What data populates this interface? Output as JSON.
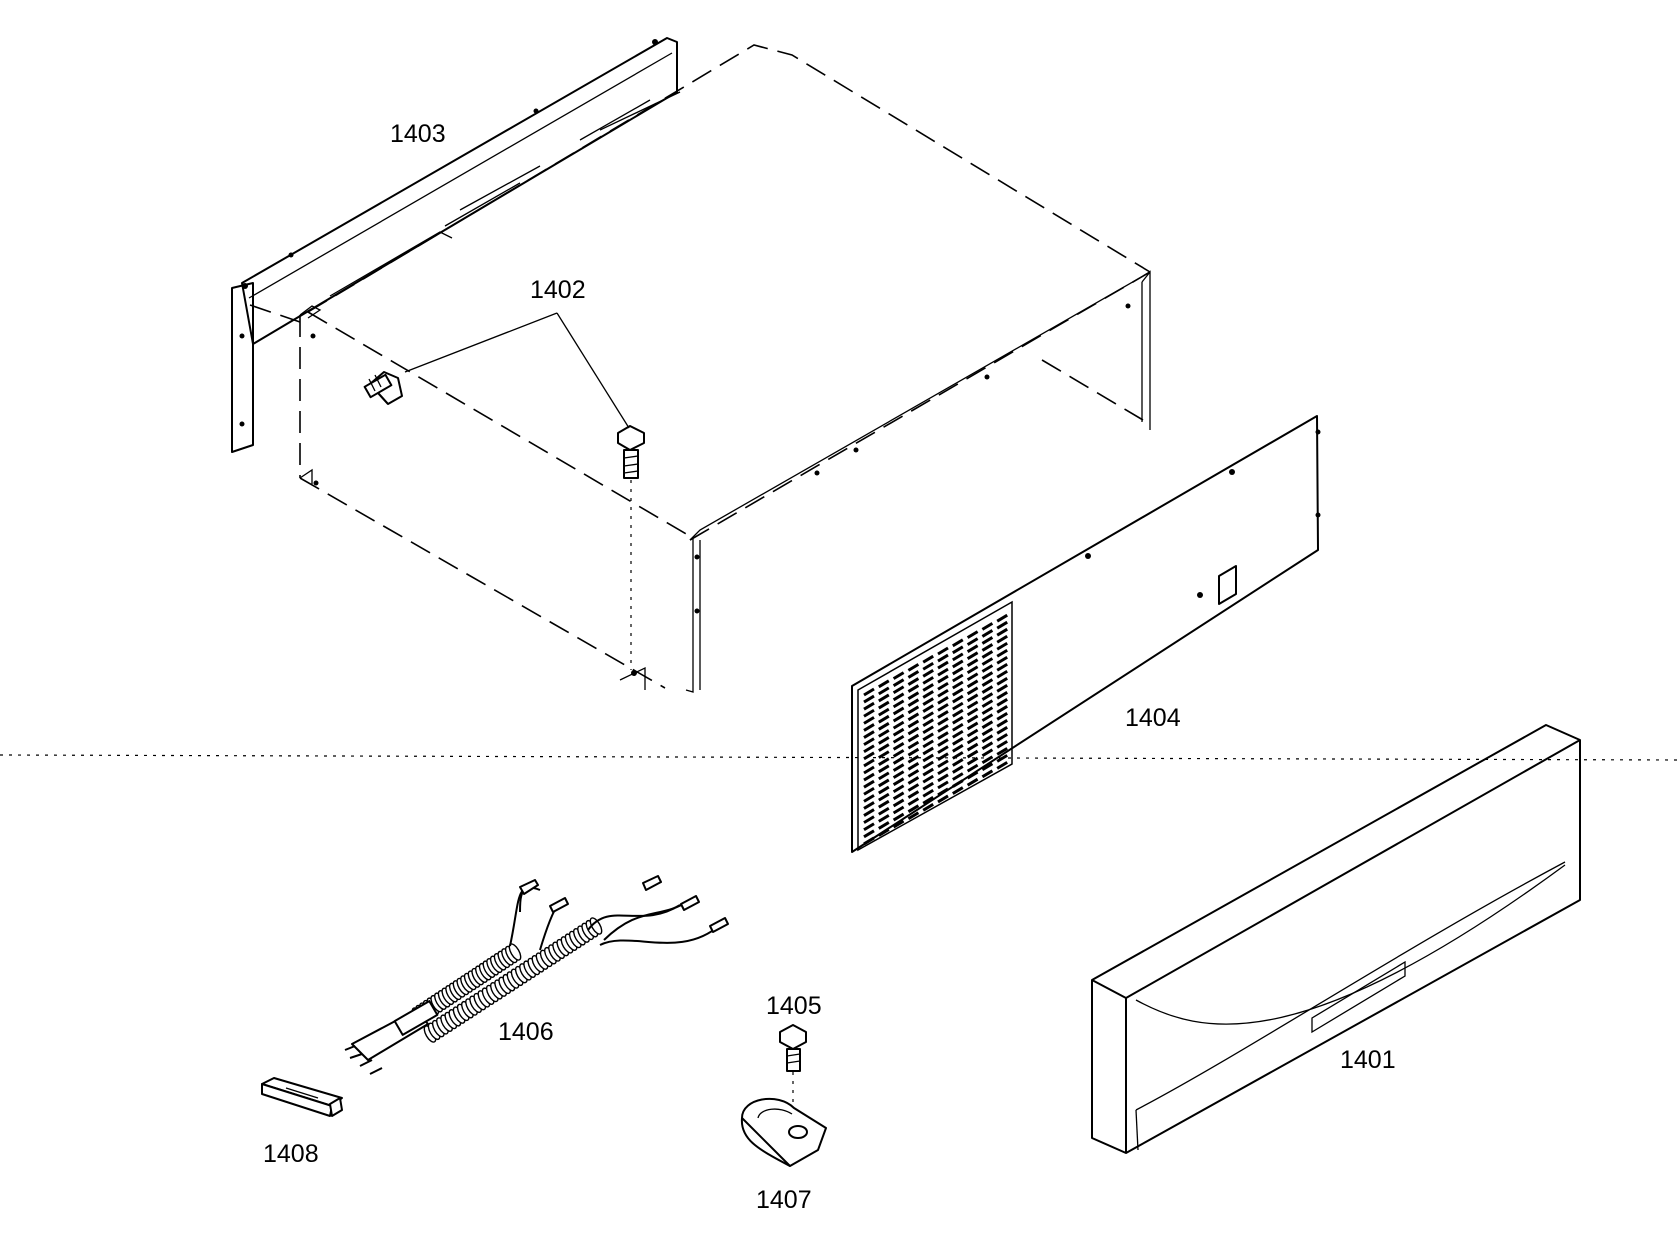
{
  "callouts": {
    "p1401": "1401",
    "p1402": "1402",
    "p1403": "1403",
    "p1404": "1404",
    "p1405": "1405",
    "p1406": "1406",
    "p1407": "1407",
    "p1408": "1408"
  }
}
